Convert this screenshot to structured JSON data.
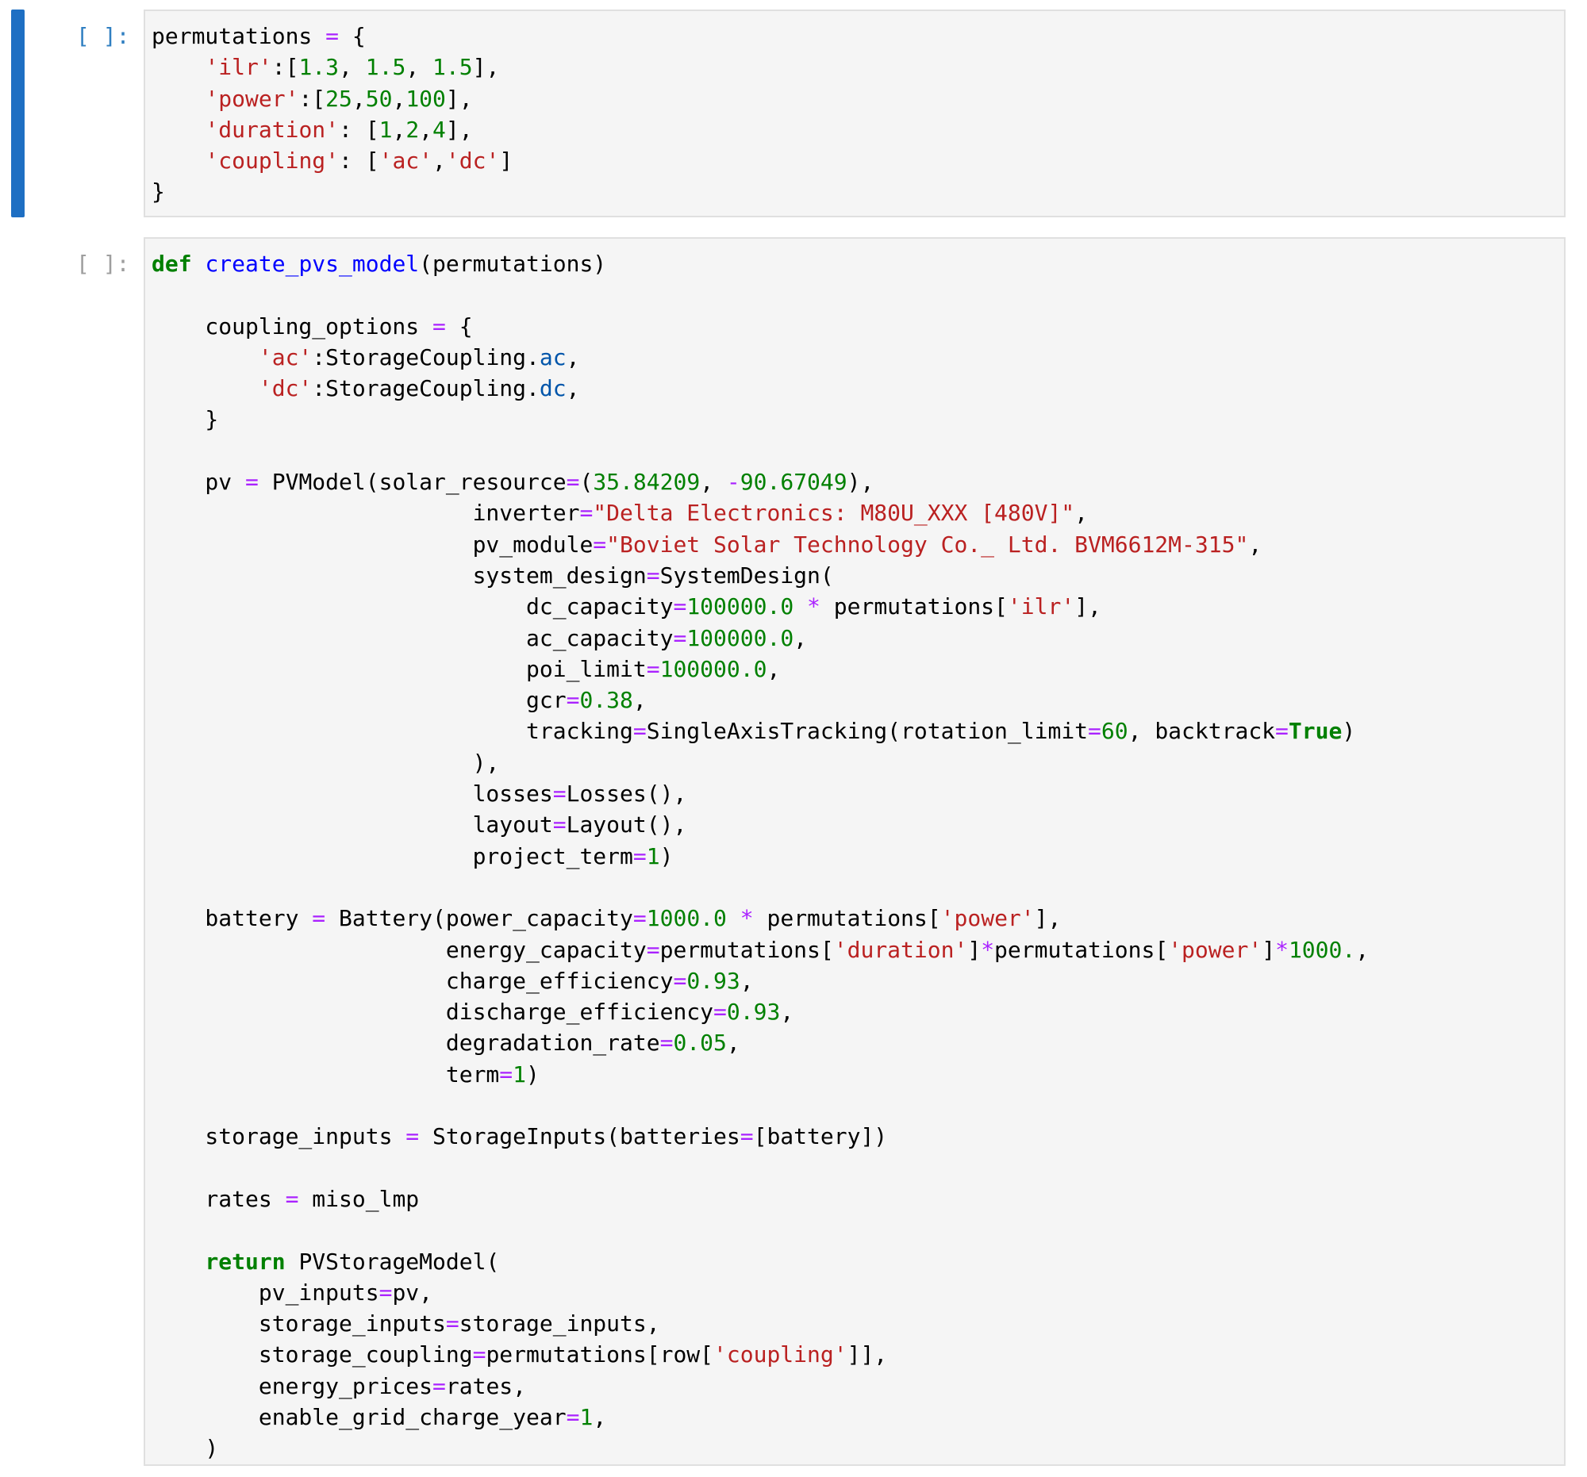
{
  "colors": {
    "active_bar": "#1e6fc3",
    "prompt_active": "#307fc1",
    "prompt_inactive": "#9e9e9e",
    "editor_bg": "#f5f5f5",
    "editor_border": "#e0e0e0",
    "keyword": "#008000",
    "function": "#0000ff",
    "operator": "#aa22ff",
    "number": "#008000",
    "string": "#ba2121"
  },
  "cells": [
    {
      "prompt": "[ ]:",
      "active": true,
      "lines": [
        [
          [
            "txt",
            "permutations "
          ],
          [
            "op",
            "="
          ],
          [
            "txt",
            " {"
          ]
        ],
        [
          [
            "txt",
            "    "
          ],
          [
            "str",
            "'ilr'"
          ],
          [
            "txt",
            ":["
          ],
          [
            "num",
            "1.3"
          ],
          [
            "txt",
            ", "
          ],
          [
            "num",
            "1.5"
          ],
          [
            "txt",
            ", "
          ],
          [
            "num",
            "1.5"
          ],
          [
            "txt",
            "],"
          ]
        ],
        [
          [
            "txt",
            "    "
          ],
          [
            "str",
            "'power'"
          ],
          [
            "txt",
            ":["
          ],
          [
            "num",
            "25"
          ],
          [
            "txt",
            ","
          ],
          [
            "num",
            "50"
          ],
          [
            "txt",
            ","
          ],
          [
            "num",
            "100"
          ],
          [
            "txt",
            "],"
          ]
        ],
        [
          [
            "txt",
            "    "
          ],
          [
            "str",
            "'duration'"
          ],
          [
            "txt",
            ": ["
          ],
          [
            "num",
            "1"
          ],
          [
            "txt",
            ","
          ],
          [
            "num",
            "2"
          ],
          [
            "txt",
            ","
          ],
          [
            "num",
            "4"
          ],
          [
            "txt",
            "],"
          ]
        ],
        [
          [
            "txt",
            "    "
          ],
          [
            "str",
            "'coupling'"
          ],
          [
            "txt",
            ": ["
          ],
          [
            "str",
            "'ac'"
          ],
          [
            "txt",
            ","
          ],
          [
            "str",
            "'dc'"
          ],
          [
            "txt",
            "]"
          ]
        ],
        [
          [
            "txt",
            "}"
          ]
        ]
      ]
    },
    {
      "prompt": "[ ]:",
      "active": false,
      "lines": [
        [
          [
            "kw",
            "def"
          ],
          [
            "txt",
            " "
          ],
          [
            "fn",
            "create_pvs_model"
          ],
          [
            "txt",
            "(permutations)"
          ]
        ],
        [],
        [
          [
            "txt",
            "    coupling_options "
          ],
          [
            "op",
            "="
          ],
          [
            "txt",
            " {"
          ]
        ],
        [
          [
            "txt",
            "        "
          ],
          [
            "str",
            "'ac'"
          ],
          [
            "txt",
            ":StorageCoupling."
          ],
          [
            "attr",
            "ac"
          ],
          [
            "txt",
            ","
          ]
        ],
        [
          [
            "txt",
            "        "
          ],
          [
            "str",
            "'dc'"
          ],
          [
            "txt",
            ":StorageCoupling."
          ],
          [
            "attr",
            "dc"
          ],
          [
            "txt",
            ","
          ]
        ],
        [
          [
            "txt",
            "    }"
          ]
        ],
        [],
        [
          [
            "txt",
            "    pv "
          ],
          [
            "op",
            "="
          ],
          [
            "txt",
            " PVModel(solar_resource"
          ],
          [
            "op",
            "="
          ],
          [
            "txt",
            "("
          ],
          [
            "num",
            "35.84209"
          ],
          [
            "txt",
            ", "
          ],
          [
            "op",
            "-"
          ],
          [
            "num",
            "90.67049"
          ],
          [
            "txt",
            "),"
          ]
        ],
        [
          [
            "txt",
            "                        inverter"
          ],
          [
            "op",
            "="
          ],
          [
            "str",
            "\"Delta Electronics: M80U_XXX [480V]\""
          ],
          [
            "txt",
            ","
          ]
        ],
        [
          [
            "txt",
            "                        pv_module"
          ],
          [
            "op",
            "="
          ],
          [
            "str",
            "\"Boviet Solar Technology Co._ Ltd. BVM6612M-315\""
          ],
          [
            "txt",
            ","
          ]
        ],
        [
          [
            "txt",
            "                        system_design"
          ],
          [
            "op",
            "="
          ],
          [
            "txt",
            "SystemDesign("
          ]
        ],
        [
          [
            "txt",
            "                            dc_capacity"
          ],
          [
            "op",
            "="
          ],
          [
            "num",
            "100000.0"
          ],
          [
            "txt",
            " "
          ],
          [
            "op",
            "*"
          ],
          [
            "txt",
            " permutations["
          ],
          [
            "str",
            "'ilr'"
          ],
          [
            "txt",
            "],"
          ]
        ],
        [
          [
            "txt",
            "                            ac_capacity"
          ],
          [
            "op",
            "="
          ],
          [
            "num",
            "100000.0"
          ],
          [
            "txt",
            ","
          ]
        ],
        [
          [
            "txt",
            "                            poi_limit"
          ],
          [
            "op",
            "="
          ],
          [
            "num",
            "100000.0"
          ],
          [
            "txt",
            ","
          ]
        ],
        [
          [
            "txt",
            "                            gcr"
          ],
          [
            "op",
            "="
          ],
          [
            "num",
            "0.38"
          ],
          [
            "txt",
            ","
          ]
        ],
        [
          [
            "txt",
            "                            tracking"
          ],
          [
            "op",
            "="
          ],
          [
            "txt",
            "SingleAxisTracking(rotation_limit"
          ],
          [
            "op",
            "="
          ],
          [
            "num",
            "60"
          ],
          [
            "txt",
            ", backtrack"
          ],
          [
            "op",
            "="
          ],
          [
            "bool",
            "True"
          ],
          [
            "txt",
            ")"
          ]
        ],
        [
          [
            "txt",
            "                        ),"
          ]
        ],
        [
          [
            "txt",
            "                        losses"
          ],
          [
            "op",
            "="
          ],
          [
            "txt",
            "Losses(),"
          ]
        ],
        [
          [
            "txt",
            "                        layout"
          ],
          [
            "op",
            "="
          ],
          [
            "txt",
            "Layout(),"
          ]
        ],
        [
          [
            "txt",
            "                        project_term"
          ],
          [
            "op",
            "="
          ],
          [
            "num",
            "1"
          ],
          [
            "txt",
            ")"
          ]
        ],
        [],
        [
          [
            "txt",
            "    battery "
          ],
          [
            "op",
            "="
          ],
          [
            "txt",
            " Battery(power_capacity"
          ],
          [
            "op",
            "="
          ],
          [
            "num",
            "1000.0"
          ],
          [
            "txt",
            " "
          ],
          [
            "op",
            "*"
          ],
          [
            "txt",
            " permutations["
          ],
          [
            "str",
            "'power'"
          ],
          [
            "txt",
            "],"
          ]
        ],
        [
          [
            "txt",
            "                      energy_capacity"
          ],
          [
            "op",
            "="
          ],
          [
            "txt",
            "permutations["
          ],
          [
            "str",
            "'duration'"
          ],
          [
            "txt",
            "]"
          ],
          [
            "op",
            "*"
          ],
          [
            "txt",
            "permutations["
          ],
          [
            "str",
            "'power'"
          ],
          [
            "txt",
            "]"
          ],
          [
            "op",
            "*"
          ],
          [
            "num",
            "1000."
          ],
          [
            "txt",
            ","
          ]
        ],
        [
          [
            "txt",
            "                      charge_efficiency"
          ],
          [
            "op",
            "="
          ],
          [
            "num",
            "0.93"
          ],
          [
            "txt",
            ","
          ]
        ],
        [
          [
            "txt",
            "                      discharge_efficiency"
          ],
          [
            "op",
            "="
          ],
          [
            "num",
            "0.93"
          ],
          [
            "txt",
            ","
          ]
        ],
        [
          [
            "txt",
            "                      degradation_rate"
          ],
          [
            "op",
            "="
          ],
          [
            "num",
            "0.05"
          ],
          [
            "txt",
            ","
          ]
        ],
        [
          [
            "txt",
            "                      term"
          ],
          [
            "op",
            "="
          ],
          [
            "num",
            "1"
          ],
          [
            "txt",
            ")"
          ]
        ],
        [],
        [
          [
            "txt",
            "    storage_inputs "
          ],
          [
            "op",
            "="
          ],
          [
            "txt",
            " StorageInputs(batteries"
          ],
          [
            "op",
            "="
          ],
          [
            "txt",
            "[battery])"
          ]
        ],
        [],
        [
          [
            "txt",
            "    rates "
          ],
          [
            "op",
            "="
          ],
          [
            "txt",
            " miso_lmp"
          ]
        ],
        [],
        [
          [
            "txt",
            "    "
          ],
          [
            "kw",
            "return"
          ],
          [
            "txt",
            " PVStorageModel("
          ]
        ],
        [
          [
            "txt",
            "        pv_inputs"
          ],
          [
            "op",
            "="
          ],
          [
            "txt",
            "pv,"
          ]
        ],
        [
          [
            "txt",
            "        storage_inputs"
          ],
          [
            "op",
            "="
          ],
          [
            "txt",
            "storage_inputs,"
          ]
        ],
        [
          [
            "txt",
            "        storage_coupling"
          ],
          [
            "op",
            "="
          ],
          [
            "txt",
            "permutations[row["
          ],
          [
            "str",
            "'coupling'"
          ],
          [
            "txt",
            "]],"
          ]
        ],
        [
          [
            "txt",
            "        energy_prices"
          ],
          [
            "op",
            "="
          ],
          [
            "txt",
            "rates,"
          ]
        ],
        [
          [
            "txt",
            "        enable_grid_charge_year"
          ],
          [
            "op",
            "="
          ],
          [
            "num",
            "1"
          ],
          [
            "txt",
            ","
          ]
        ],
        [
          [
            "txt",
            "    )"
          ]
        ]
      ]
    }
  ]
}
